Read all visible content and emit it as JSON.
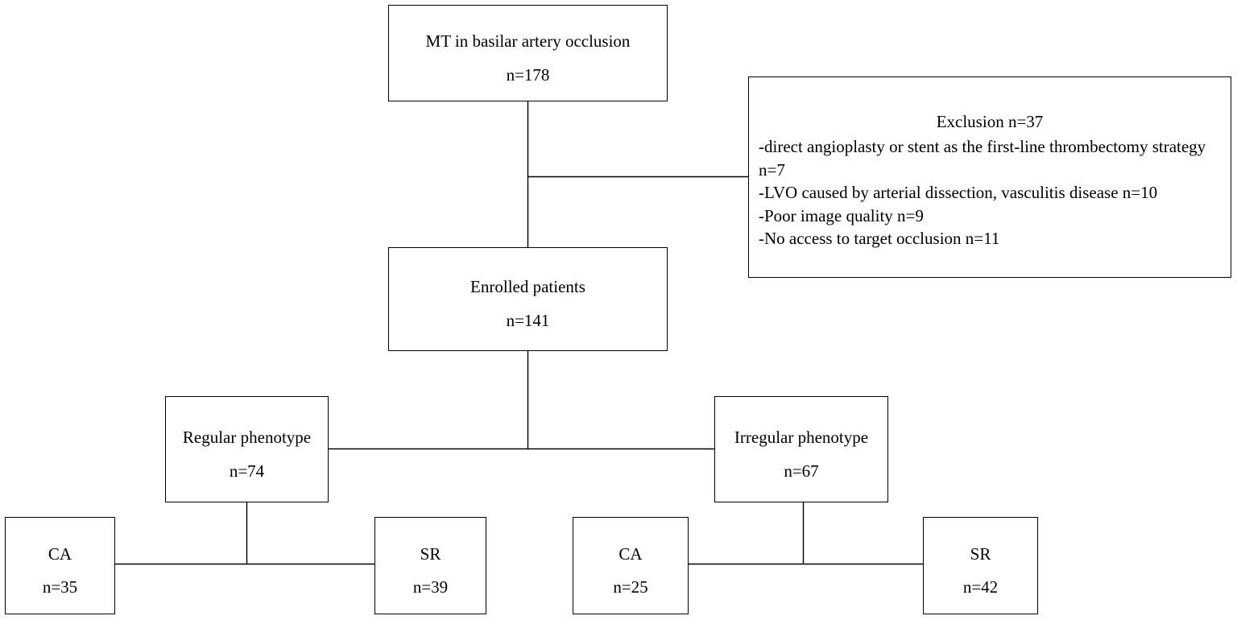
{
  "boxes": {
    "mt": {
      "title": "MT in basilar artery occlusion",
      "count": "n=178"
    },
    "enrolled": {
      "title": "Enrolled patients",
      "count": "n=141"
    },
    "regular": {
      "title": "Regular phenotype",
      "count": "n=74"
    },
    "irregular": {
      "title": "Irregular phenotype",
      "count": "n=67"
    },
    "reg_ca": {
      "title": "CA",
      "count": "n=35"
    },
    "reg_sr": {
      "title": "SR",
      "count": "n=39"
    },
    "irr_ca": {
      "title": "CA",
      "count": "n=25"
    },
    "irr_sr": {
      "title": "SR",
      "count": "n=42"
    }
  },
  "exclusion": {
    "title": "Exclusion n=37",
    "items": [
      "-direct angioplasty or stent as the first-line thrombectomy strategy n=7",
      "-LVO caused by arterial dissection, vasculitis disease  n=10",
      "-Poor image quality  n=9",
      "-No access to target occlusion  n=11"
    ]
  },
  "colors": {
    "line": "#000000",
    "box_border": "#000000",
    "background": "#ffffff"
  }
}
